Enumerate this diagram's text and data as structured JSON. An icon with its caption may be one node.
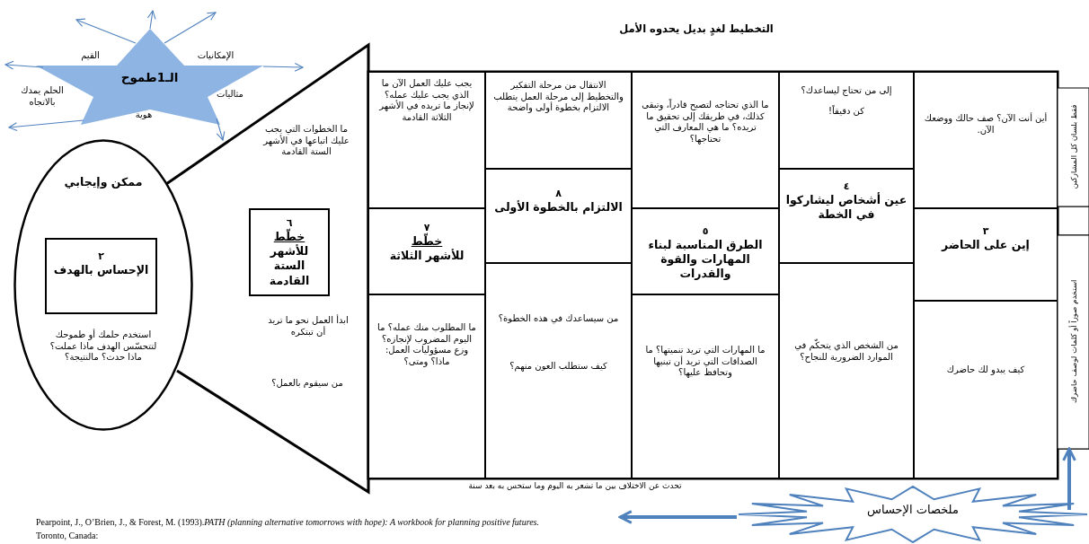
{
  "diagram": {
    "title": "التخطيط لغدٍ بديل يحدوه الأمل",
    "nodes": [
      {
        "text": [
          "الـ1طموح"
        ]
      },
      {
        "text": [
          "ممكن وإيجابي",
          "استخدم حلمك أو طموحك لتتحسّس الهدف ماذا عملت؟ ماذا حدث؟ مالنتيجة؟"
        ]
      },
      {
        "text": [
          "٢",
          "الإحساس بالهدف"
        ],
        "in": 1
      },
      {
        "text": [
          "ما الخطوات التي يجب عليك اتباعها في الأشهر الستة القادمة",
          "ابدأ العمل نحو ما تريد أن تبتكره",
          "من سيقوم بالعمل؟"
        ]
      },
      {
        "text": [
          "٦",
          "خطّط",
          "للأشهر الستة القادمة"
        ],
        "in": 3
      },
      {
        "text": [
          "أين أنت الآن؟ صف حالك ووضعك الآن."
        ]
      },
      {
        "text": [
          "٣",
          "إين على الحاضر"
        ]
      },
      {
        "text": [
          "كيف يبدو لك حاضرك"
        ]
      },
      {
        "text": [
          "إلى من تحتاج ليساعدك؟",
          "كن دقيقاً!"
        ]
      },
      {
        "text": [
          "٤",
          "عين أشخاص ليشاركوا في الخطة"
        ]
      },
      {
        "text": [
          "من الشخص الذي يتحكّم في الموارد الضرورية للنجاح؟"
        ]
      },
      {
        "text": [
          "ما الذي تحتاجه لتصبح قادراً، وتبقى كذلك، في طريقك إلى تحقيق ما تريده؟ ما هي المعارف التي تحتاجها؟"
        ]
      },
      {
        "text": [
          "٥",
          "الطرق المناسبة لبناء المهارات والقوة والقدرات"
        ]
      },
      {
        "text": [
          "ما المهارات التي تريد تنميتها؟ ما الصداقات التي تريد أن تبنيها وتحافظ عليها؟"
        ]
      },
      {
        "text": [
          "الانتقال من مرحلة التفكير والتخطيط إلى مرحلة العمل يتطلب الالتزام بخطوة أولى واضحة"
        ]
      },
      {
        "text": [
          "٨",
          "الالتزام بالخطوة الأولى"
        ]
      },
      {
        "text": [
          "من سيساعدك في هذه الخطوة؟",
          "كيف ستطلب العون منهم؟"
        ]
      },
      {
        "text": [
          "يجب عليك العمل الآن ما الذي يجب عليك عمله؟ لإنجاز ما تريده في الأشهر الثلاثة القادمة"
        ]
      },
      {
        "text": [
          "٧",
          "خطّط",
          "للأشهر الثلاثة"
        ]
      },
      {
        "text": [
          "ما المطلوب منك عمله؟ ما اليوم المضروب لإنجازه؟ وزع مسؤوليات العمل: ماذا؟ ومتى؟"
        ]
      },
      {
        "text": [
          "فقط بلسان كل المشاركين"
        ]
      },
      {
        "text": [
          "استخدم صوراً أو كلمات لوصف حاضرك"
        ]
      },
      {
        "text": [
          "ملخصات الإحساس"
        ]
      }
    ],
    "edges": [
      {
        "from": 0,
        "to": null,
        "arrow": "to"
      },
      {
        "from": 0,
        "to": null,
        "arrow": "to"
      },
      {
        "from": 0,
        "to": null,
        "arrow": "to"
      },
      {
        "from": 0,
        "to": null,
        "arrow": "to"
      },
      {
        "from": 0,
        "to": null,
        "arrow": "to"
      },
      {
        "from": 0,
        "to": null,
        "arrow": "to"
      },
      {
        "from": 0,
        "to": null,
        "arrow": "to"
      },
      {
        "from": 22,
        "to": null,
        "arrow": "to",
        "style": "thick"
      },
      {
        "from": 22,
        "to": 21,
        "arrow": "to",
        "style": "thick"
      }
    ],
    "labels": [
      "القيم",
      "الإمكانيات",
      "الحلم يمدك بالاتجاه",
      "مثاليات",
      "هوية",
      "تحدث عن الاختلاف بين ما تشعر به اليوم وما ستحس به بعد سنة",
      "Pearpoint, J., O’Brien, J., & Forest, M. (1993).*PATH (planning alternative tomorrows with hope): A workbook for planning positive futures.*",
      "Toronto, Canada:"
    ]
  }
}
